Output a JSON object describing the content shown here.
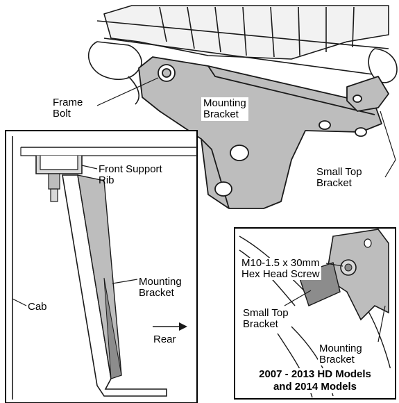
{
  "colors": {
    "ink": "#1a1a1a",
    "bracket_fill": "#bdbdbd",
    "bracket_dark": "#8c8c8c",
    "inset_bg": "#ffffff",
    "panel_border": "#000000"
  },
  "labels": {
    "frame_bolt": [
      "Frame",
      "Bolt"
    ],
    "mounting_bracket_top": [
      "Mounting",
      "Bracket"
    ],
    "small_top_bracket_top": [
      "Small Top",
      "Bracket"
    ],
    "front_support_rib": [
      "Front Support",
      "Rib"
    ],
    "mounting_bracket_side": [
      "Mounting",
      "Bracket"
    ],
    "cab": "Cab",
    "rear": "Rear",
    "hex_head_screw": [
      "M10-1.5 x 30mm",
      "Hex Head Screw"
    ],
    "small_top_bracket_inset": [
      "Small Top",
      "Bracket"
    ],
    "mounting_bracket_inset": [
      "Mounting",
      "Bracket"
    ],
    "models_caption": [
      "2007 - 2013 HD Models",
      "and 2014 Models"
    ]
  }
}
